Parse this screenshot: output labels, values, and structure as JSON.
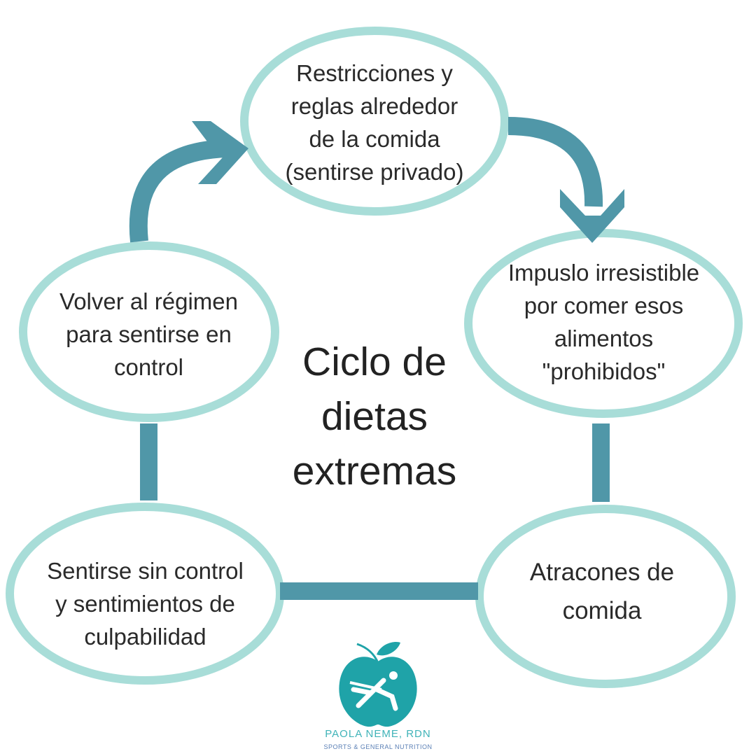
{
  "title": "Ciclo de\ndietas\nextremas",
  "nodes": [
    {
      "id": "restricciones",
      "text": "Restricciones y\nreglas alrededor\nde la comida\n(sentirse privado)"
    },
    {
      "id": "impulso",
      "text": "Impuslo irresistible\npor comer esos\nalimentos\n\"prohibidos\""
    },
    {
      "id": "atracones",
      "text": "Atracones de\ncomida"
    },
    {
      "id": "sin-control",
      "text": "Sentirse sin control\ny sentimientos de\nculpabilidad"
    },
    {
      "id": "volver",
      "text": "Volver al régimen\npara sentirse en\ncontrol"
    }
  ],
  "logo": {
    "name": "PAOLA NEME, RDN",
    "tagline": "SPORTS & GENERAL NUTRITION"
  },
  "colors": {
    "ring": "#a8ddd8",
    "connector": "#5097a8",
    "logo": "#1fa3a8"
  }
}
